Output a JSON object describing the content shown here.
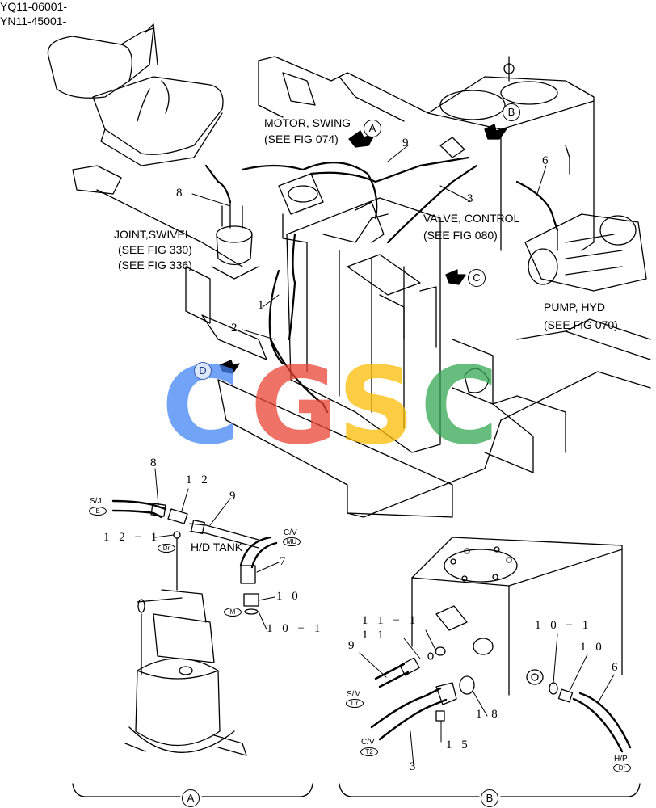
{
  "header": {
    "serial_1": "YQ11-06001-",
    "serial_2": "YN11-45001-"
  },
  "callouts": {
    "motor_swing_1": "MOTOR, SWING",
    "motor_swing_2": "(SEE FIG 074)",
    "valve_control_1": "VALVE, CONTROL",
    "valve_control_2": "(SEE FIG 080)",
    "joint_swivel_1": "JOINT,SWIVEL",
    "joint_swivel_2": "(SEE FIG 330)",
    "joint_swivel_3": "(SEE FIG 336)",
    "pump_hyd_1": "PUMP, HYD",
    "pump_hyd_2": "(SEE FIG 070)",
    "hd_tank": "H/D TANK"
  },
  "view_markers": {
    "a": "A",
    "b": "B",
    "c": "C",
    "d": "D"
  },
  "part_numbers": {
    "p1": "1",
    "p2": "2",
    "p3_top": "3",
    "p6_top": "6",
    "p8_top": "8",
    "p9_top": "9",
    "p8_a": "8",
    "p12_a": "1 2",
    "p9_a": "9",
    "p12_1": "1 2 − 1",
    "p7": "7",
    "p10_a": "1 0",
    "p10_1_a": "1 0 − 1",
    "p11_1": "1 1 − 1",
    "p11": "1 1",
    "p9_b": "9",
    "p18": "1 8",
    "p15": "1 5",
    "p3_b": "3",
    "p10_1_b": "1 0 − 1",
    "p10_b": "1 0",
    "p6_b": "6"
  },
  "port_tags": {
    "sj_top": "S/J",
    "sj_bot": "E",
    "dr_a": "Dr",
    "cv_mu_top": "C/V",
    "cv_mu_bot": "MU",
    "m": "M",
    "sm_top": "S/M",
    "sm_bot": "Dr",
    "cv_t2_top": "C/V",
    "cv_t2_bot": "T2",
    "hp_top": "H/P",
    "hp_bot": "Dr"
  },
  "section_labels": {
    "a": "A",
    "b": "B"
  },
  "watermark": {
    "letters": [
      "C",
      "G",
      "S",
      "C"
    ],
    "colors": [
      "#4285F4",
      "#EA4335",
      "#FBBC05",
      "#34A853"
    ]
  }
}
